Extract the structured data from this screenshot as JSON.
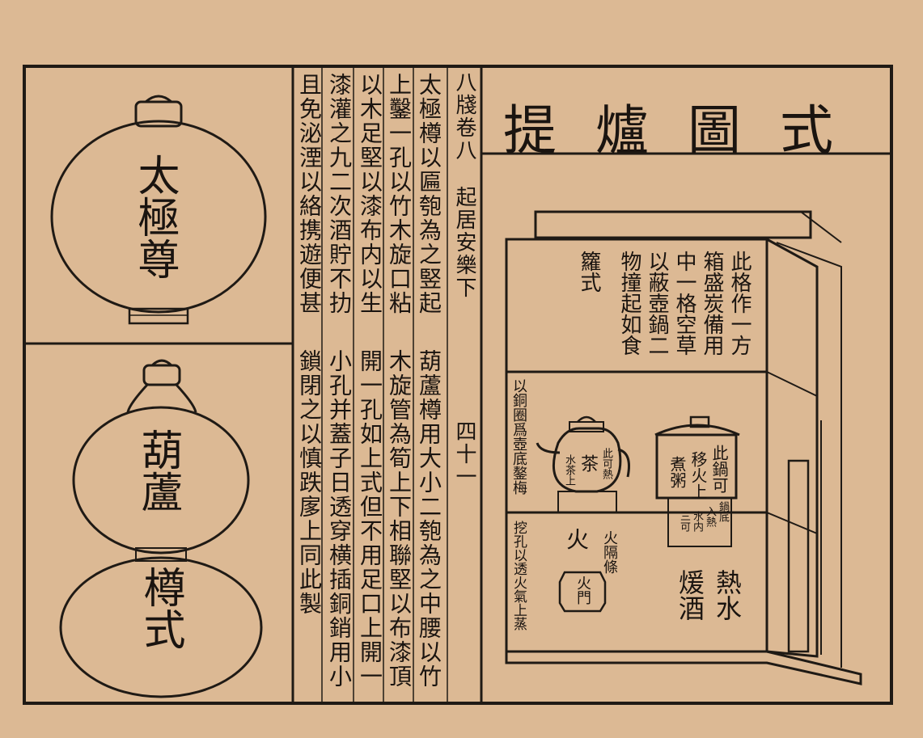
{
  "document": {
    "title": "提爐圖式",
    "left_vessels": [
      {
        "label": "太極尊"
      },
      {
        "label": "葫蘆"
      },
      {
        "label": "樽式"
      }
    ],
    "header_left": "八牋卷八",
    "header_right": "起居安樂下",
    "page_number": "四十一",
    "text_columns": [
      "太極樽以匾匏為之竪起",
      "上鑿一孔以竹木旋口粘",
      "以木足堅以漆布内以生",
      "漆灌之九二次酒貯不扐",
      "且免泌湮以絡携遊便甚",
      "葫蘆樽用大小二匏為之中腰以竹",
      "木旋管為筍上下相聯堅以布漆頂",
      "開一孔如上式但不用足口上開一",
      "小孔并蓋子日透穿横插銅銷用小",
      "鎖閉之以慎跌扅上同此製"
    ],
    "stove_labels": {
      "top_note": [
        "此格作一方",
        "箱盛炭備用",
        "中一格空草",
        "以蔽壺鍋二",
        "物撞起如食"
      ],
      "lunshi": "籮式",
      "side_note": "以銅圈爲壺底鏊梅",
      "pot_tea": "茶",
      "pot_tea_side_a": "此可熱",
      "pot_tea_side_b": "水茶上",
      "pot_rice": [
        "此鍋可",
        "移火上",
        "煮粥"
      ],
      "pot_rice_sub": [
        "鍋底",
        "入熱",
        "水内",
        "三可"
      ],
      "fire": "火",
      "fire_sub": "火隔條",
      "fire_door": "火門",
      "hot_water": "熱水",
      "warm_wine": "煖酒",
      "vent_note": "挖孔以透火氣上蒸"
    }
  }
}
